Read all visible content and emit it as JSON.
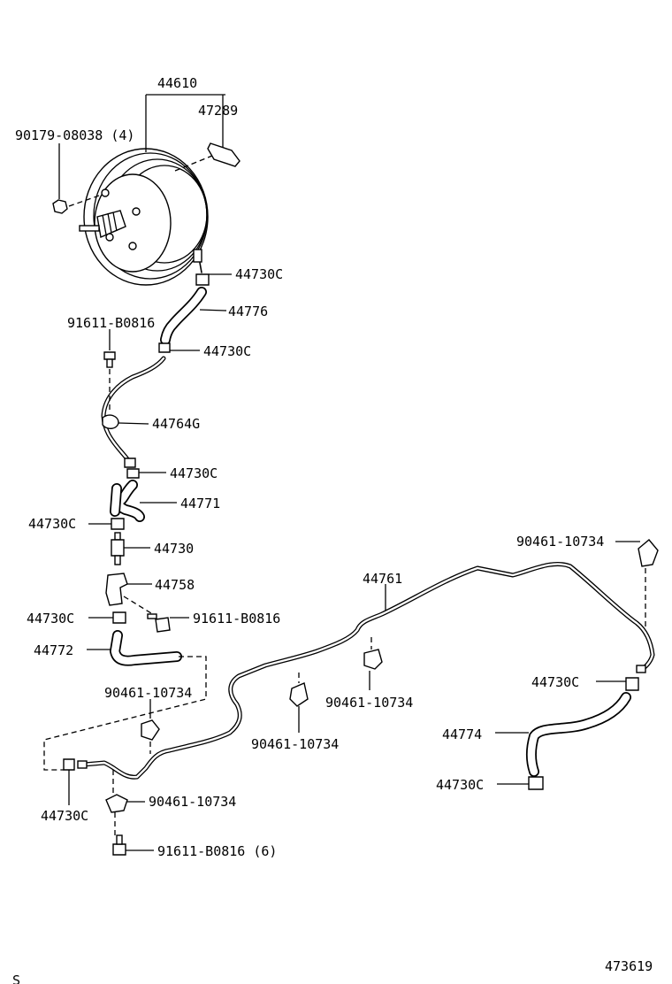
{
  "diagram": {
    "parts": {
      "booster_assy": "44610",
      "gasket": "47289",
      "booster_nut": "90179-08038 (4)",
      "clip_booster": "44730C",
      "hose_upper": "44776",
      "bolt_upper": "91611-B0816",
      "clip_pipe_top": "44730C",
      "pipe_upper": "44764G",
      "clip_pipe_bottom": "44730C",
      "hose_bent": "44771",
      "clip_left_1": "44730C",
      "check_valve": "44730",
      "bracket_valve": "44758",
      "clip_left_2": "44730C",
      "bolt_mid": "91611-B0816",
      "hose_lower": "44772",
      "clamp_dash_box": "90461-10734",
      "clip_bottom_left": "44730C",
      "clamp_lower": "90461-10734",
      "bolt_lower": "91611-B0816 (6)",
      "pipe_long": "44761",
      "clamp_pipe_1": "90461-10734",
      "clamp_pipe_2": "90461-10734",
      "clamp_right_top": "90461-10734",
      "clip_right_1": "44730C",
      "hose_right": "44774",
      "clip_right_2": "44730C"
    },
    "figure_number": "473619",
    "corner_mark": "S"
  }
}
